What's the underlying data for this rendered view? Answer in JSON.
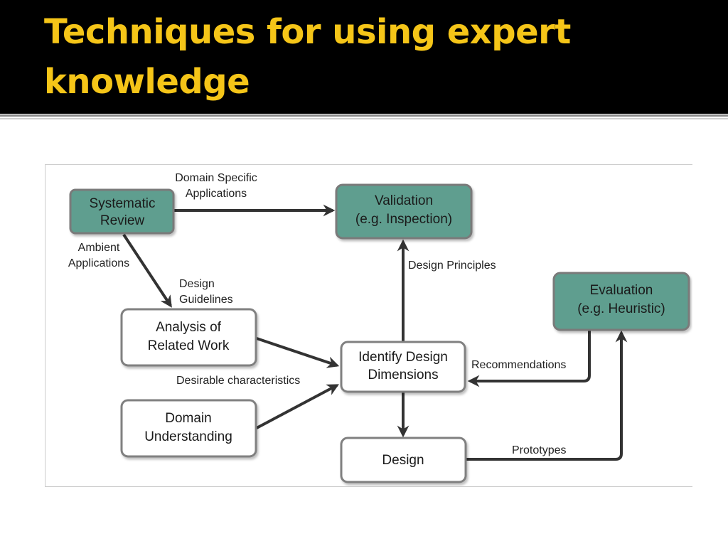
{
  "slide": {
    "title_line1": "Techniques for using expert",
    "title_line2": "knowledge"
  },
  "colors": {
    "title_bar": "#000000",
    "title_text": "#f5c518",
    "teal_node": "#5e9e8f",
    "white_node": "#ffffff",
    "node_border": "#808080",
    "edge": "#333333"
  },
  "diagram": {
    "nodes": {
      "systematic_review": {
        "line1": "Systematic",
        "line2": "Review",
        "style": "teal"
      },
      "validation": {
        "line1": "Validation",
        "line2": "(e.g. Inspection)",
        "style": "teal"
      },
      "evaluation": {
        "line1": "Evaluation",
        "line2": "(e.g. Heuristic)",
        "style": "teal"
      },
      "analysis": {
        "line1": "Analysis of",
        "line2": "Related Work",
        "style": "white"
      },
      "domain_understanding": {
        "line1": "Domain",
        "line2": "Understanding",
        "style": "white"
      },
      "identify": {
        "line1": "Identify Design",
        "line2": "Dimensions",
        "style": "white"
      },
      "design": {
        "line1": "Design",
        "style": "white"
      }
    },
    "edge_labels": {
      "domain_specific_1": "Domain Specific",
      "domain_specific_2": "Applications",
      "ambient_1": "Ambient",
      "ambient_2": "Applications",
      "guidelines_1": "Design",
      "guidelines_2": "Guidelines",
      "principles": "Design Principles",
      "recommendations": "Recommendations",
      "desirable": "Desirable characteristics",
      "prototypes": "Prototypes"
    }
  }
}
